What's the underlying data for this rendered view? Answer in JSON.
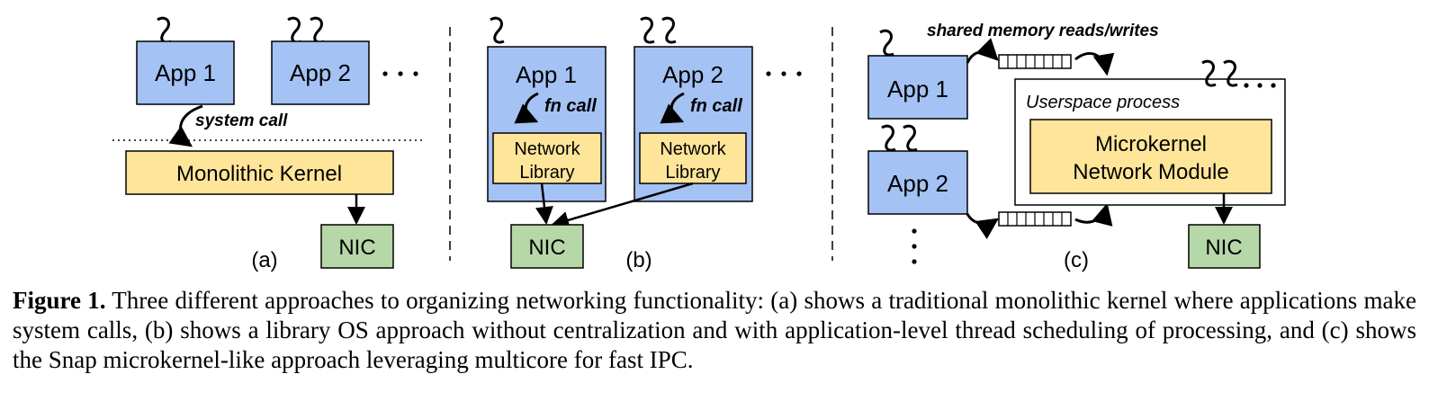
{
  "colors": {
    "app": "#a4c2f4",
    "kernel": "#ffe599",
    "nic": "#b6d7a8",
    "stroke": "#000000"
  },
  "panel_a": {
    "app1": "App 1",
    "app2": "App 2",
    "syscall": "system call",
    "kernel": "Monolithic Kernel",
    "nic": "NIC",
    "label": "(a)"
  },
  "panel_b": {
    "app1": "App 1",
    "app2": "App 2",
    "fncall1": "fn call",
    "fncall2": "fn call",
    "lib1_line1": "Network",
    "lib1_line2": "Library",
    "lib2_line1": "Network",
    "lib2_line2": "Library",
    "nic": "NIC",
    "label": "(b)"
  },
  "panel_c": {
    "shared": "shared memory reads/writes",
    "app1": "App 1",
    "app2": "App 2",
    "userspace": "Userspace process",
    "module_line1": "Microkernel",
    "module_line2": "Network Module",
    "nic": "NIC",
    "label": "(c)"
  },
  "caption": {
    "label": "Figure 1.",
    "text": " Three different approaches to organizing networking functionality: (a) shows a traditional monolithic kernel where applications make system calls, (b) shows a library OS approach without centralization and with application-level thread scheduling of processing, and (c) shows the Snap microkernel-like approach leveraging multicore for fast IPC."
  }
}
